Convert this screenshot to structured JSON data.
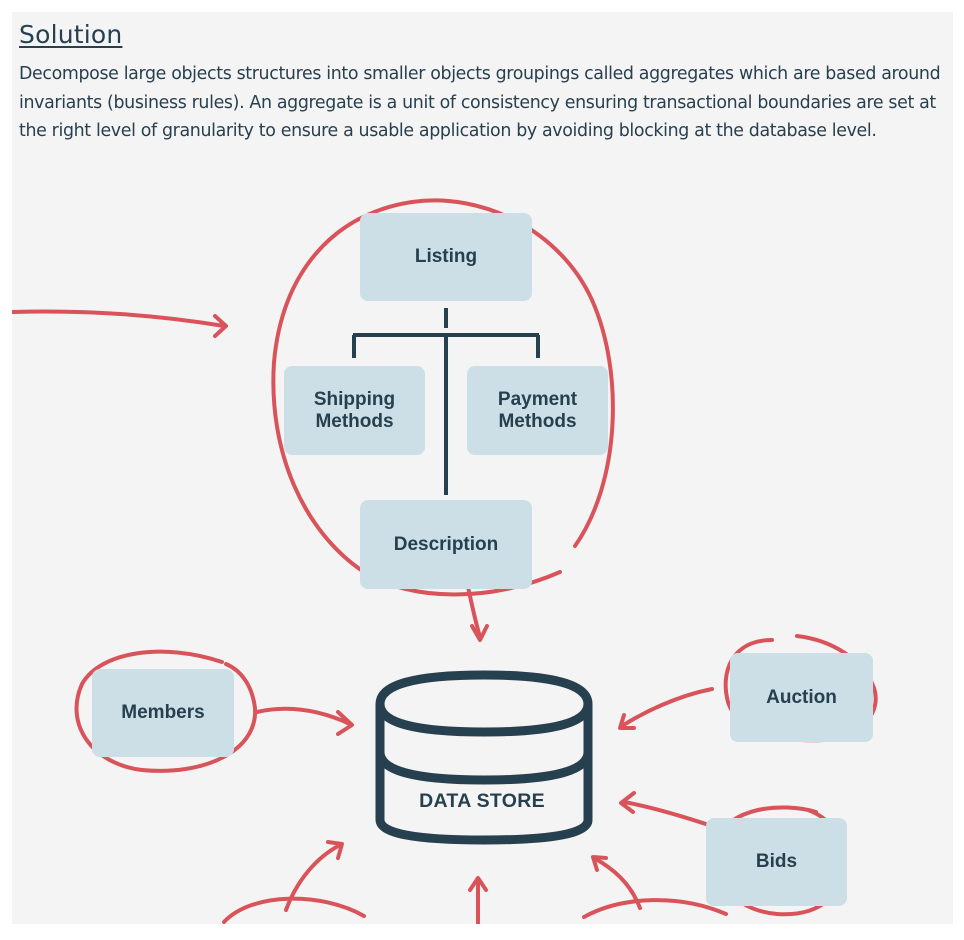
{
  "slide": {
    "heading": "Solution",
    "body": "Decompose large objects structures into smaller objects groupings called aggregates which are based around invariants (business rules). An aggregate is a unit of consistency ensuring transactional boundaries are set at the right level of granularity to ensure a usable application by avoiding blocking at the database level."
  },
  "aggregate": {
    "root": "Listing",
    "children": [
      "Shipping Methods",
      "Payment Methods",
      "Description"
    ]
  },
  "entities": {
    "members": "Members",
    "auction": "Auction",
    "bids": "Bids"
  },
  "data_store": {
    "label": "DATA STORE"
  },
  "colors": {
    "box_fill": "#ccdfe6",
    "text": "#27404f",
    "annotation": "#d9545a",
    "background": "#f4f4f4"
  }
}
